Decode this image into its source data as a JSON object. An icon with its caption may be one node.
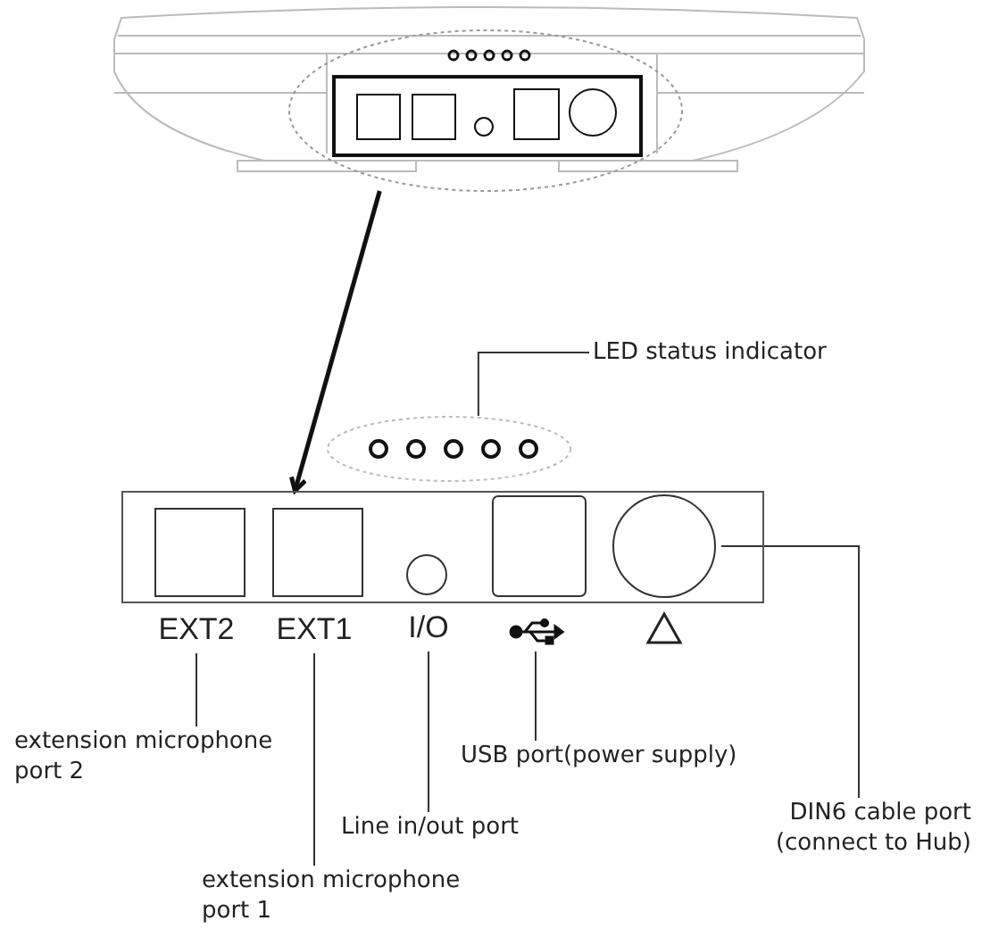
{
  "diagram": {
    "nodes": [
      {
        "text": [],
        "shape": "picture"
      },
      {
        "text": [],
        "shape": "box"
      },
      {
        "text": [],
        "shape": "ellipse"
      },
      {
        "text": [
          "LED status indicator"
        ]
      },
      {
        "text": [
          "EXT2"
        ]
      },
      {
        "text": [
          "extension microphone port 2"
        ]
      },
      {
        "text": [
          "EXT1"
        ]
      },
      {
        "text": [
          "extension microphone port 1"
        ]
      },
      {
        "text": [
          "I/O"
        ]
      },
      {
        "text": [
          "Line in/out port"
        ]
      },
      {
        "text": [],
        "shape": "icon"
      },
      {
        "text": [
          "USB port(power supply)"
        ]
      },
      {
        "text": [],
        "shape": "circle",
        "in": 1
      },
      {
        "text": [
          "DIN6 cable port (connect to Hub)"
        ]
      }
    ],
    "edges": [
      {
        "from": 0,
        "to": 1,
        "arrow": "to",
        "style": "thick"
      },
      {
        "from": 3,
        "to": 2,
        "arrow": "none"
      },
      {
        "from": 4,
        "to": 5,
        "arrow": "none"
      },
      {
        "from": 6,
        "to": 7,
        "arrow": "none"
      },
      {
        "from": 8,
        "to": 9,
        "arrow": "none"
      },
      {
        "from": 10,
        "to": 11,
        "arrow": "none"
      },
      {
        "from": 12,
        "to": 13,
        "arrow": "none"
      }
    ]
  }
}
